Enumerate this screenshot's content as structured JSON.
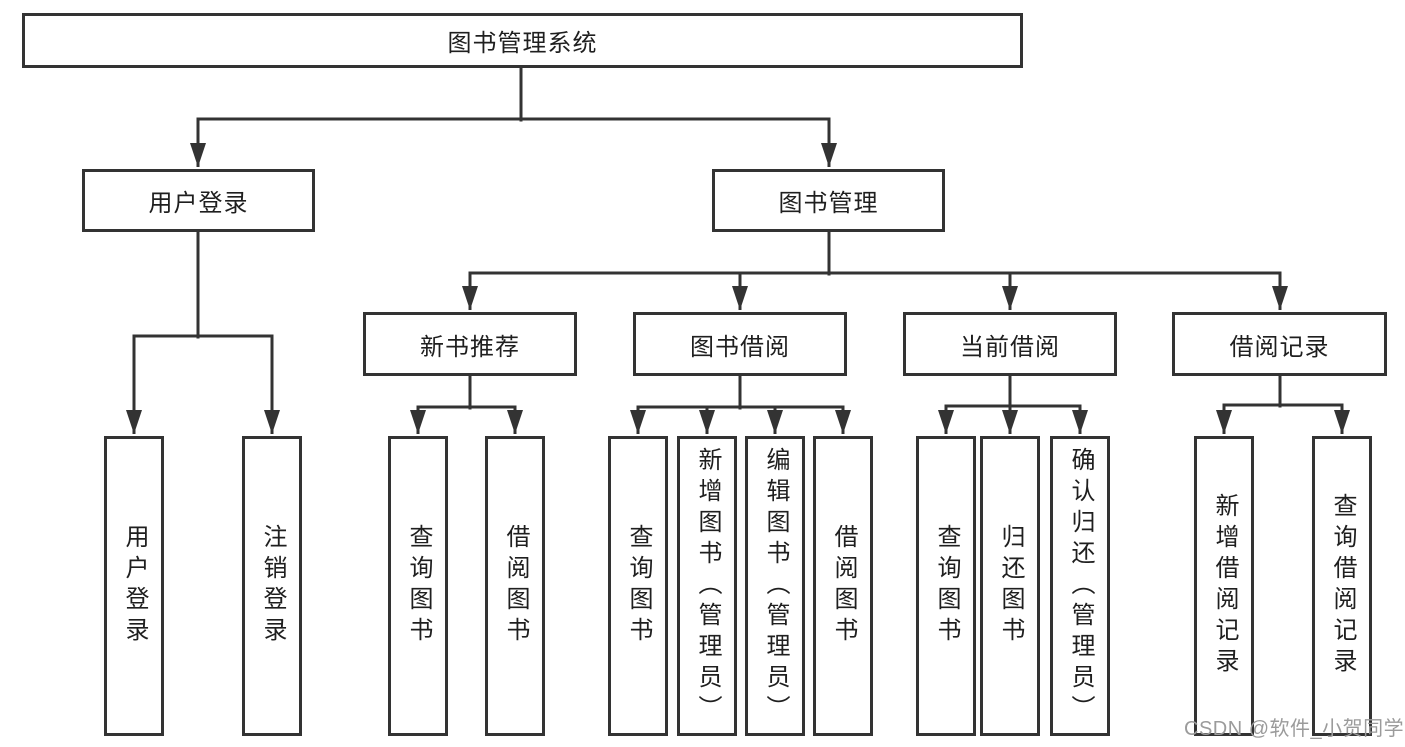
{
  "diagram": {
    "root": {
      "label": "图书管理系统"
    },
    "level2": [
      {
        "label": "用户登录"
      },
      {
        "label": "图书管理"
      }
    ],
    "level3": [
      {
        "label": "新书推荐"
      },
      {
        "label": "图书借阅"
      },
      {
        "label": "当前借阅"
      },
      {
        "label": "借阅记录"
      }
    ],
    "leaves": {
      "user_login": [
        "用户登录",
        "注销登录"
      ],
      "new_book_recommend": [
        "查询图书",
        "借阅图书"
      ],
      "book_borrow": [
        "查询图书",
        "新增图书（管理员）",
        "编辑图书（管理员）",
        "借阅图书"
      ],
      "current_borrow": [
        "查询图书",
        "归还图书",
        "确认归还（管理员）"
      ],
      "borrow_records": [
        "新增借阅记录",
        "查询借阅记录"
      ]
    }
  },
  "watermark": {
    "text": "CSDN @软件_小贺同学"
  },
  "colors": {
    "line": "#333333",
    "box_border": "#333333",
    "text": "#1f1f1f",
    "watermark": "#9b9b9b",
    "background": "#ffffff"
  }
}
